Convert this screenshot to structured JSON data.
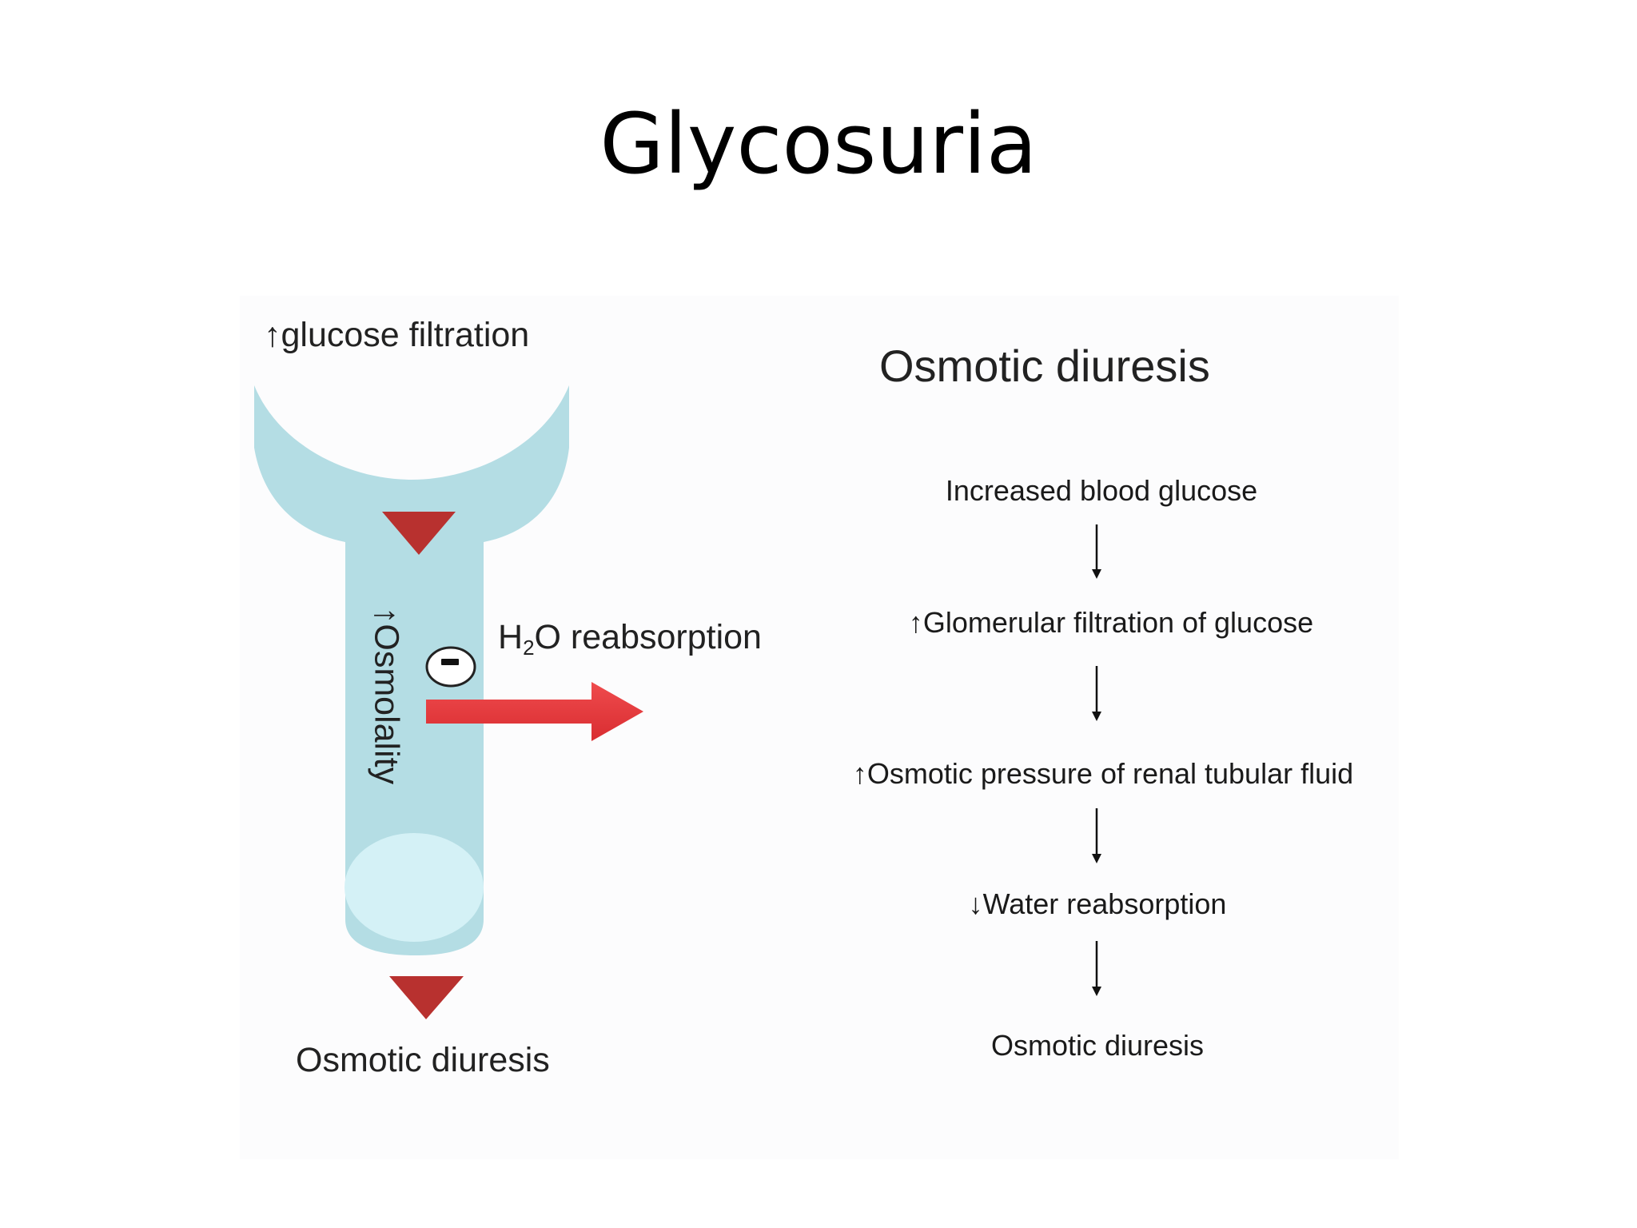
{
  "slide": {
    "title": "Glycosuria"
  },
  "left_panel": {
    "top_label": "↑glucose filtration",
    "tube_label": "↑Osmolality",
    "inhibit_symbol": "-",
    "reabsorption_label_main": "H",
    "reabsorption_label_sub": "2",
    "reabsorption_label_tail": "O reabsorption",
    "bottom_label": "Osmotic diuresis",
    "colors": {
      "tube": "#b4dde4",
      "tube_end": "#d4f1f6",
      "triangle": "#b8312f",
      "arrow": "#e5383b"
    }
  },
  "right_panel": {
    "heading": "Osmotic diuresis",
    "steps": [
      "Increased blood glucose",
      "↑Glomerular filtration of glucose",
      "↑Osmotic pressure of renal tubular fluid",
      "↓Water reabsorption",
      "Osmotic diuresis"
    ]
  }
}
